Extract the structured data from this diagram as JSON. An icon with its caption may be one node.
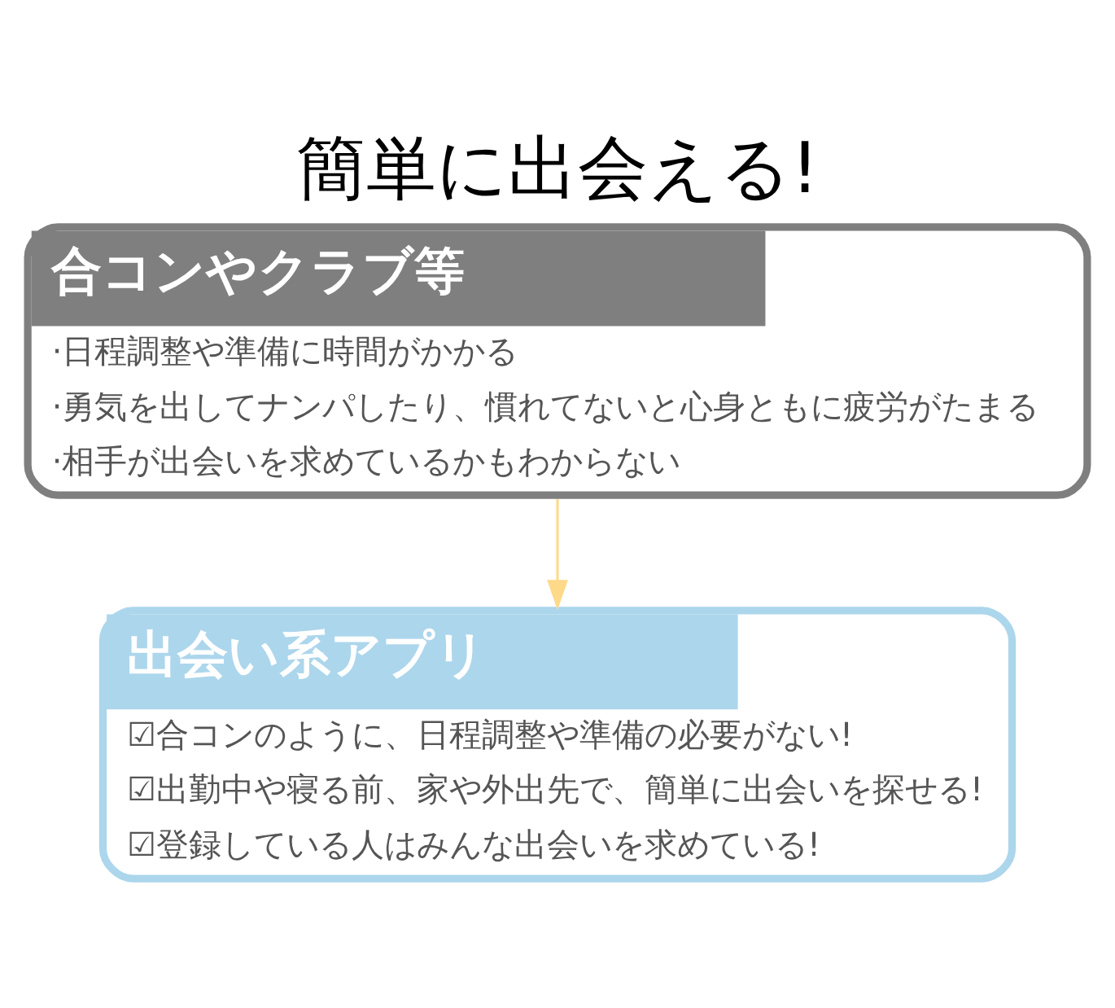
{
  "diagram": {
    "title": "簡単に出会える!",
    "nodes": [
      {
        "text": [
          "合コンやクラブ等",
          "·日程調整や準備に時間がかかる",
          "·勇気を出してナンパしたり、慣れてないと心身ともに疲労がたまる",
          "·相手が出会いを求めているかもわからない"
        ]
      },
      {
        "text": [
          "出会い系アプリ",
          "☑合コンのように、日程調整や準備の必要がない!",
          "☑出勤中や寝る前、家や外出先で、簡単に出会いを探せる!",
          "☑登録している人はみんな出会いを求めている!"
        ]
      }
    ],
    "edges": [
      {
        "from": 0,
        "to": 1,
        "arrow": "to",
        "color": "#ffd98a"
      }
    ]
  }
}
